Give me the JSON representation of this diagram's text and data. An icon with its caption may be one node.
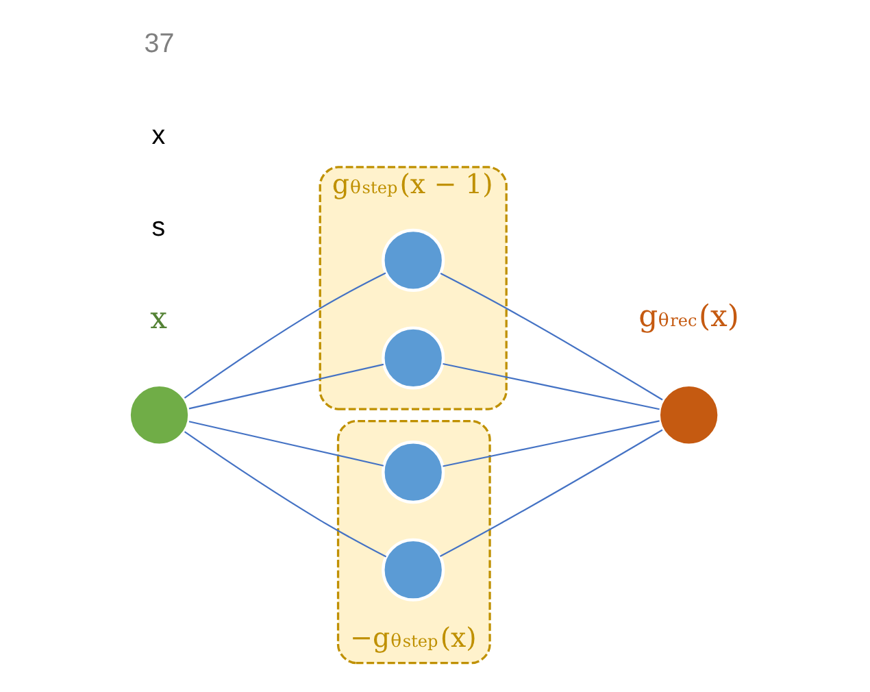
{
  "diagram": {
    "nodes": [
      {
        "text": [
          "g$_{θ}$$^{step}$(x − 1)"
        ]
      },
      {
        "text": [],
        "shape": "circle",
        "in": 0
      },
      {
        "text": [],
        "shape": "circle",
        "in": 0
      },
      {
        "text": [],
        "shape": "circle",
        "beside": [
          "x"
        ]
      },
      {
        "text": [],
        "shape": "circle",
        "beside": [
          "g$_{θ}$$^{rec}$(x)"
        ]
      },
      {
        "text": [
          "−g$_{θ}$$^{step}$(x)"
        ]
      },
      {
        "text": [],
        "shape": "circle",
        "in": 5
      },
      {
        "text": [],
        "shape": "circle",
        "in": 5
      }
    ],
    "edges": [
      {
        "from": 3,
        "to": 1,
        "arrow": "none"
      },
      {
        "from": 3,
        "to": 2,
        "arrow": "none"
      },
      {
        "from": 3,
        "to": 6,
        "arrow": "none"
      },
      {
        "from": 3,
        "to": 7,
        "arrow": "none"
      },
      {
        "from": 1,
        "to": 4,
        "arrow": "none"
      },
      {
        "from": 2,
        "to": 4,
        "arrow": "none"
      },
      {
        "from": 6,
        "to": 4,
        "arrow": "none"
      },
      {
        "from": 7,
        "to": 4,
        "arrow": "none"
      }
    ],
    "labels": [
      "s",
      "x",
      "37"
    ]
  }
}
